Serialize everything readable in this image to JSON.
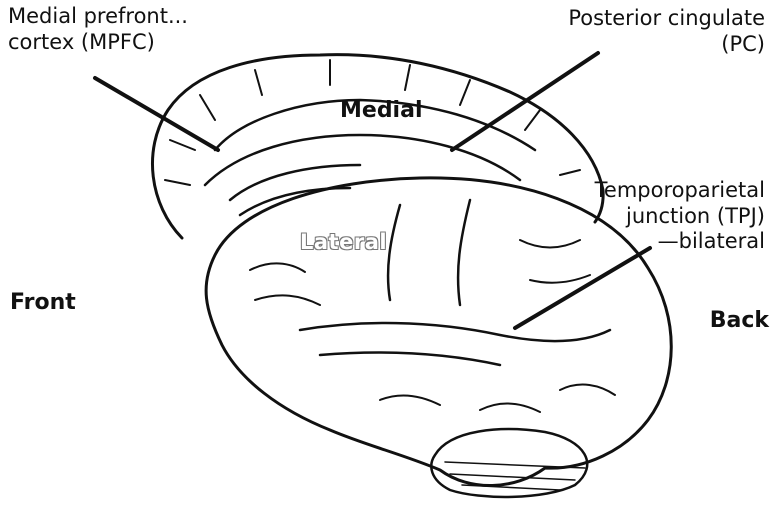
{
  "labels": {
    "mpfc_line1": "Medial prefront...",
    "mpfc_line2": "cortex (MPFC)",
    "pc_line1": "Posterior cingulate",
    "pc_line2": "(PC)",
    "tpj_line1": "Temporoparietal",
    "tpj_line2": "junction (TPJ)",
    "tpj_line3": "—bilateral",
    "medial": "Medial",
    "lateral": "Lateral",
    "front": "Front",
    "back": "Back"
  },
  "colors": {
    "ink": "#111111",
    "background": "#ffffff"
  }
}
